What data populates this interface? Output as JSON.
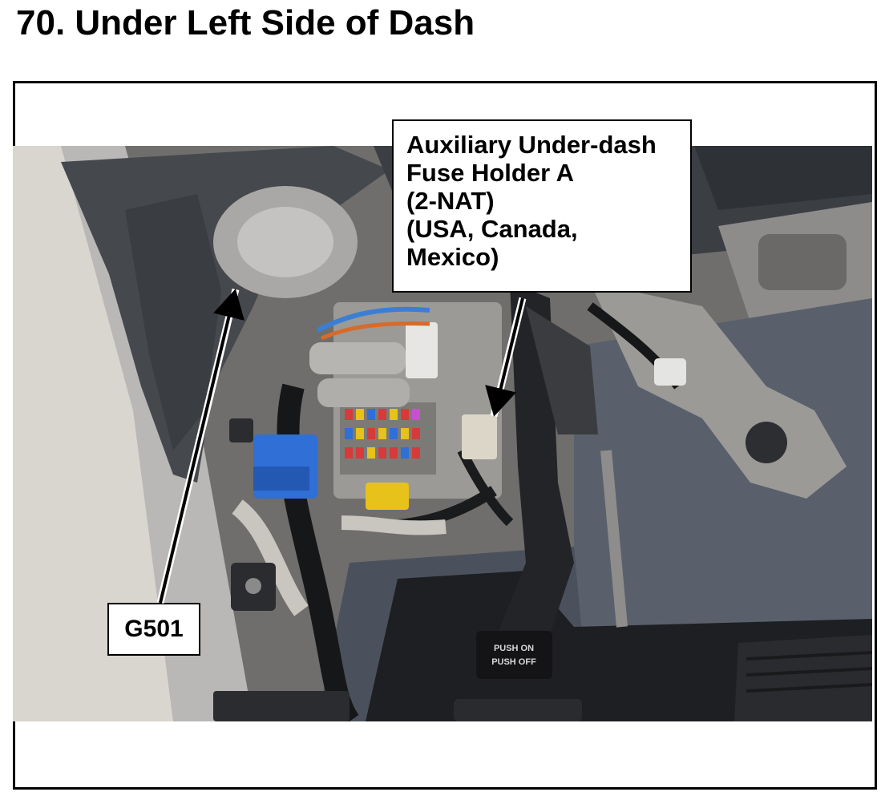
{
  "page": {
    "title": "70.  Under Left Side of Dash"
  },
  "callouts": {
    "fuse_holder": {
      "lines": [
        "Auxiliary Under-dash",
        "Fuse Holder A",
        "(2-NAT)",
        "(USA, Canada,",
        "Mexico)"
      ]
    },
    "ground": {
      "label": "G501"
    }
  },
  "photo": {
    "pedal_label_line1": "PUSH ON",
    "pedal_label_line2": "PUSH OFF"
  },
  "colors": {
    "frame": "#000000",
    "callout_bg": "#ffffff",
    "dash_panel": "#4a4d52",
    "carpet": "#5b6270",
    "connector_blue": "#2f6fd6",
    "connector_yellow": "#e6c21a"
  }
}
